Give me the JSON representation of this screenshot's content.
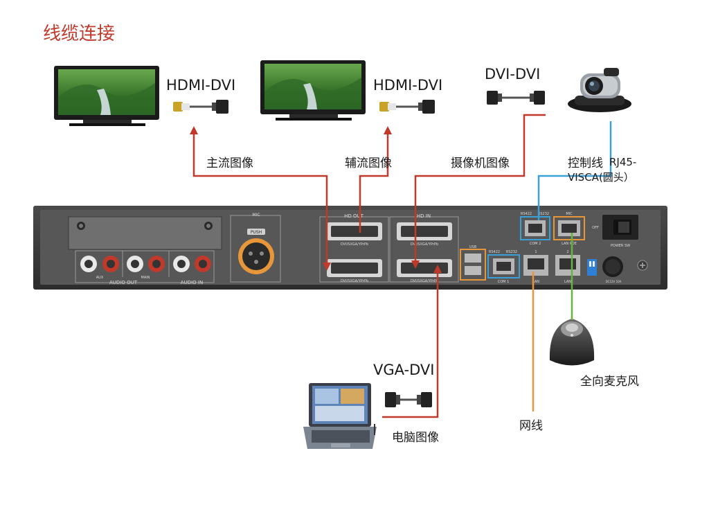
{
  "title": "线缆连接",
  "cables": {
    "hdmi_dvi_main": "HDMI-DVI",
    "hdmi_dvi_aux": "HDMI-DVI",
    "dvi_dvi": "DVI-DVI",
    "vga_dvi": "VGA-DVI"
  },
  "signals": {
    "main_stream": "主流图像",
    "aux_stream": "辅流图像",
    "camera": "摄像机图像",
    "control_line": "控制线",
    "rj45_visca": "RJ45-",
    "rj45_visca_2": "VISCA(圆头）",
    "microphone": "全向麦克风",
    "network": "网线",
    "computer": "电脑图像"
  },
  "panel": {
    "mic": "MIC",
    "push": "PUSH",
    "hd_out": "HD OUT",
    "hd_in": "HD IN",
    "dvi_port": "DVI/SXGA/YPrPb",
    "aux": "AUX",
    "main": "MAIN",
    "audio_out": "AUDIO  OUT",
    "audio_in": "AUDIO  IN",
    "usb": "USB",
    "rs422": "RS422",
    "rs232": "RS232",
    "com1": "COM 1",
    "com2": "COM 2",
    "lan": "LAN",
    "lan_poe": "LAN POE",
    "mic_small": "MIC",
    "off": "OFF",
    "power_sw": "POWER SW",
    "power_rating": "DC12V 10A"
  },
  "colors": {
    "video_line": "#c0392b",
    "control_line": "#3aa0d8",
    "network_line": "#e8963a",
    "mic_line": "#6cb33e",
    "title": "#c0392b"
  }
}
